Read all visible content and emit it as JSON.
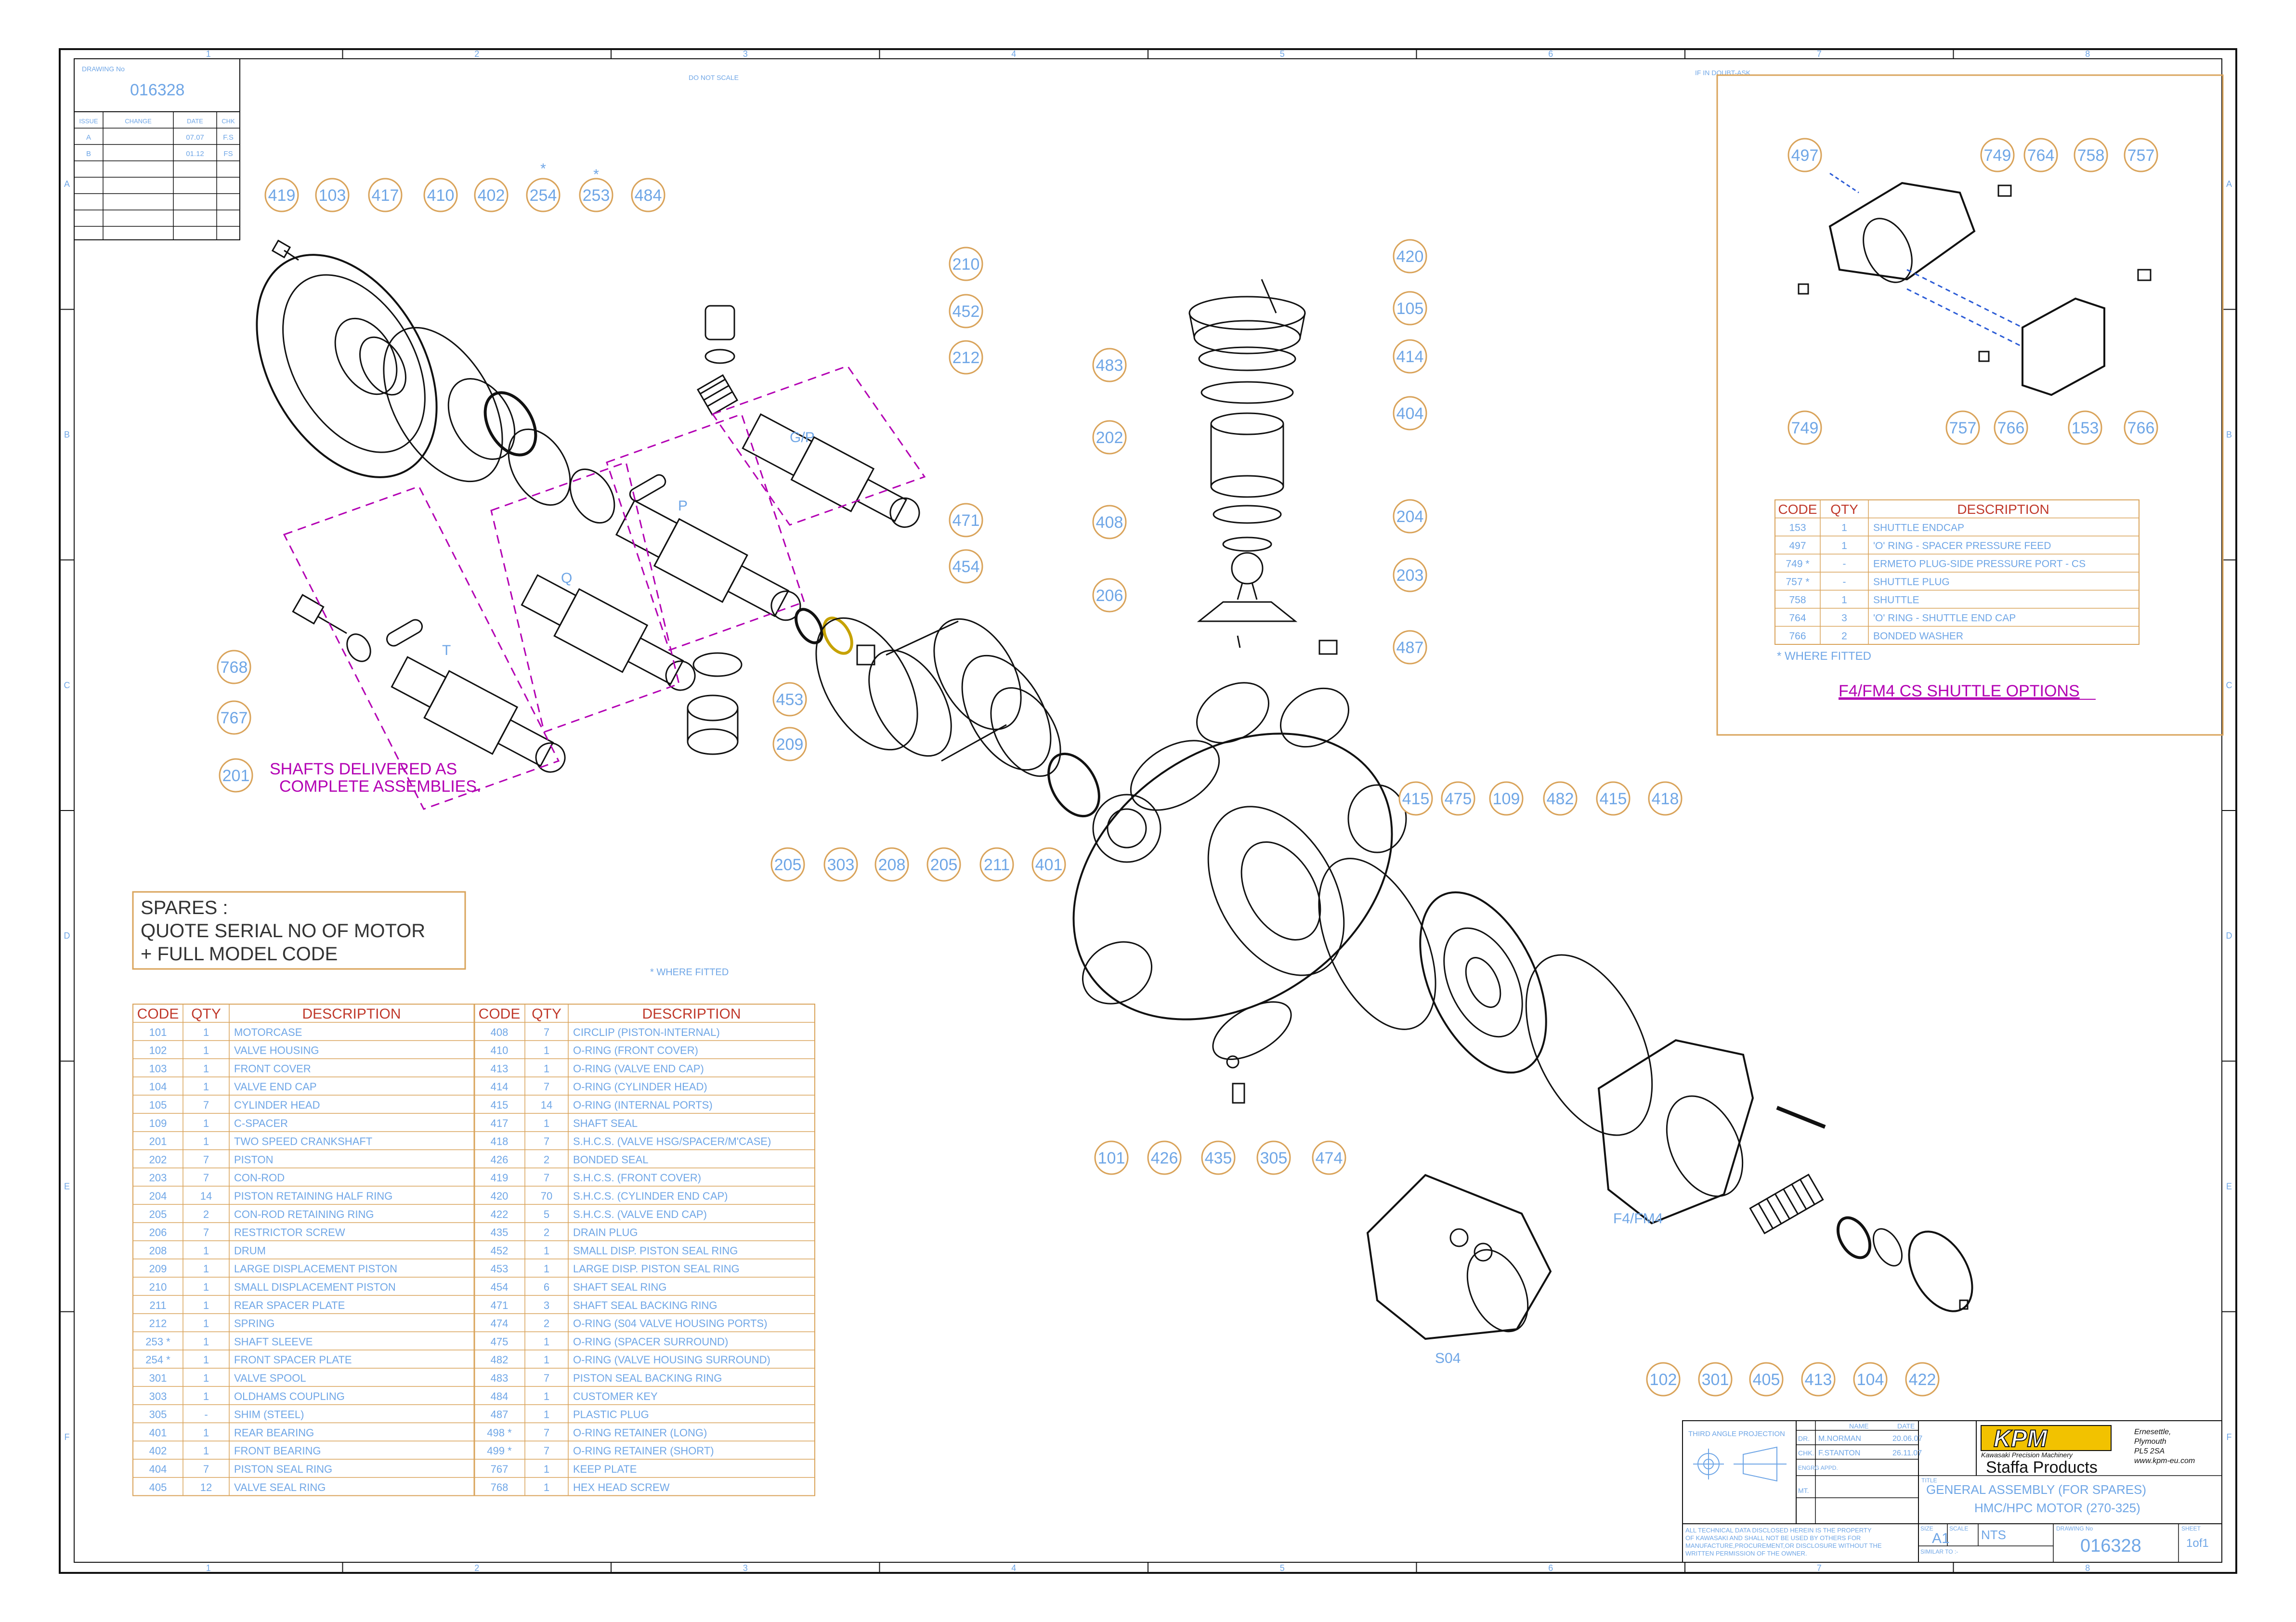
{
  "drawing": {
    "drawing_no_label": "DRAWING No",
    "drawing_no": "016328",
    "do_not_scale": "DO NOT SCALE",
    "if_in_doubt": "IF IN DOUBT-ASK",
    "zone_numbers": [
      "1",
      "2",
      "3",
      "4",
      "5",
      "6",
      "7",
      "8"
    ],
    "zone_letters": [
      "A",
      "B",
      "C",
      "D",
      "E",
      "F"
    ]
  },
  "revision_table": {
    "headers": [
      "ISSUE",
      "CHANGE",
      "DATE",
      "CHK"
    ],
    "rows": [
      [
        "A",
        "",
        "07.07",
        "F.S"
      ],
      [
        "B",
        "",
        "01.12",
        "FS"
      ]
    ]
  },
  "balloons_top_left": [
    "419",
    "103",
    "417",
    "410",
    "402",
    "254",
    "253",
    "484"
  ],
  "star_marks": [
    "*",
    "*"
  ],
  "balloons_center": [
    "210",
    "452",
    "212",
    "471",
    "454",
    "453",
    "209",
    "768",
    "767",
    "201",
    "205",
    "303",
    "208",
    "205",
    "211",
    "401"
  ],
  "balloons_cylinder": [
    "420",
    "105",
    "414",
    "404",
    "483",
    "202",
    "408",
    "204",
    "203",
    "206",
    "487"
  ],
  "balloons_bottom_right": [
    "415",
    "475",
    "109",
    "482",
    "415",
    "418",
    "101",
    "426",
    "435",
    "305",
    "474",
    "102",
    "301",
    "405",
    "413",
    "104",
    "422"
  ],
  "labels": {
    "g_p": "G/P",
    "p": "P",
    "q": "Q",
    "t": "T",
    "s04": "S04",
    "f4fm4": "F4/FM4",
    "shafts_note_line1": "SHAFTS DELIVERED AS",
    "shafts_note_line2": "COMPLETE ASSEMBLIES.",
    "where_fitted": "* WHERE FITTED"
  },
  "spares_note": {
    "line1": "SPARES :",
    "line2": "QUOTE SERIAL NO OF MOTOR",
    "line3": "+ FULL MODEL CODE"
  },
  "parts_list": {
    "headers": [
      "CODE",
      "QTY",
      "DESCRIPTION",
      "CODE",
      "QTY",
      "DESCRIPTION"
    ],
    "rows": [
      [
        "101",
        "1",
        "MOTORCASE",
        "408",
        "7",
        "CIRCLIP (PISTON-INTERNAL)"
      ],
      [
        "102",
        "1",
        "VALVE HOUSING",
        "410",
        "1",
        "O-RING (FRONT COVER)"
      ],
      [
        "103",
        "1",
        "FRONT COVER",
        "413",
        "1",
        "O-RING (VALVE END CAP)"
      ],
      [
        "104",
        "1",
        "VALVE END CAP",
        "414",
        "7",
        "O-RING (CYLINDER HEAD)"
      ],
      [
        "105",
        "7",
        "CYLINDER HEAD",
        "415",
        "14",
        "O-RING (INTERNAL PORTS)"
      ],
      [
        "109",
        "1",
        "C-SPACER",
        "417",
        "1",
        "SHAFT SEAL"
      ],
      [
        "201",
        "1",
        "TWO SPEED CRANKSHAFT",
        "418",
        "7",
        "S.H.C.S. (VALVE HSG/SPACER/M'CASE)"
      ],
      [
        "202",
        "7",
        "PISTON",
        "426",
        "2",
        "BONDED SEAL"
      ],
      [
        "203",
        "7",
        "CON-ROD",
        "419",
        "7",
        "S.H.C.S. (FRONT COVER)"
      ],
      [
        "204",
        "14",
        "PISTON RETAINING HALF RING",
        "420",
        "70",
        "S.H.C.S. (CYLINDER END CAP)"
      ],
      [
        "205",
        "2",
        "CON-ROD RETAINING RING",
        "422",
        "5",
        "S.H.C.S. (VALVE END CAP)"
      ],
      [
        "206",
        "7",
        "RESTRICTOR SCREW",
        "435",
        "2",
        "DRAIN PLUG"
      ],
      [
        "208",
        "1",
        "DRUM",
        "452",
        "1",
        "SMALL DISP. PISTON SEAL RING"
      ],
      [
        "209",
        "1",
        "LARGE DISPLACEMENT PISTON",
        "453",
        "1",
        "LARGE DISP. PISTON SEAL RING"
      ],
      [
        "210",
        "1",
        "SMALL DISPLACEMENT PISTON",
        "454",
        "6",
        "SHAFT SEAL RING"
      ],
      [
        "211",
        "1",
        "REAR SPACER PLATE",
        "471",
        "3",
        "SHAFT SEAL BACKING RING"
      ],
      [
        "212",
        "1",
        "SPRING",
        "474",
        "2",
        "O-RING (S04 VALVE HOUSING PORTS)"
      ],
      [
        "253 *",
        "1",
        "SHAFT SLEEVE",
        "475",
        "1",
        "O-RING (SPACER SURROUND)"
      ],
      [
        "254 *",
        "1",
        "FRONT SPACER PLATE",
        "482",
        "1",
        "O-RING (VALVE HOUSING SURROUND)"
      ],
      [
        "301",
        "1",
        "VALVE SPOOL",
        "483",
        "7",
        "PISTON SEAL BACKING RING"
      ],
      [
        "303",
        "1",
        "OLDHAMS COUPLING",
        "484",
        "1",
        "CUSTOMER KEY"
      ],
      [
        "305",
        "-",
        "SHIM (STEEL)",
        "487",
        "1",
        "PLASTIC PLUG"
      ],
      [
        "401",
        "1",
        "REAR BEARING",
        "498 *",
        "7",
        "O-RING RETAINER (LONG)"
      ],
      [
        "402",
        "1",
        "FRONT BEARING",
        "499 *",
        "7",
        "O-RING RETAINER (SHORT)"
      ],
      [
        "404",
        "7",
        "PISTON SEAL RING",
        "767",
        "1",
        "KEEP PLATE"
      ],
      [
        "405",
        "12",
        "VALVE SEAL RING",
        "768",
        "1",
        "HEX HEAD SCREW"
      ]
    ]
  },
  "shuttle": {
    "balloons": [
      "497",
      "749",
      "764",
      "758",
      "757",
      "749",
      "757",
      "766",
      "153",
      "766"
    ],
    "headers": [
      "CODE",
      "QTY",
      "DESCRIPTION"
    ],
    "rows": [
      [
        "153",
        "1",
        "SHUTTLE ENDCAP"
      ],
      [
        "497",
        "1",
        "'O' RING - SPACER PRESSURE FEED"
      ],
      [
        "749 *",
        "-",
        "ERMETO PLUG-SIDE PRESSURE PORT - CS"
      ],
      [
        "757 *",
        "-",
        "SHUTTLE PLUG"
      ],
      [
        "758",
        "1",
        "SHUTTLE"
      ],
      [
        "764",
        "3",
        "'O' RING - SHUTTLE END CAP"
      ],
      [
        "766",
        "2",
        "BONDED WASHER"
      ]
    ],
    "where_fitted": "* WHERE FITTED",
    "title": "F4/FM4 CS SHUTTLE OPTIONS"
  },
  "title_block": {
    "projection": "THIRD ANGLE PROJECTION",
    "name_header": "NAME",
    "date_header": "DATE",
    "rows": [
      {
        "role": "DR.",
        "name": "M.NORMAN",
        "date": "20.06.07"
      },
      {
        "role": "CHK.",
        "name": "F.STANTON",
        "date": "26.11.07"
      },
      {
        "role": "ENGRG APPD.",
        "name": "",
        "date": ""
      },
      {
        "role": "MT.",
        "name": "",
        "date": ""
      }
    ],
    "logo_text": "KPM",
    "logo_subtitle": "Kawasaki Precision Machinery",
    "company": "Staffa Products",
    "address": [
      "Ernesettle,",
      "Plymouth",
      "PL5 2SA",
      "www.kpm-eu.com"
    ],
    "title_label": "TITLE",
    "title_line1": "GENERAL ASSEMBLY (FOR SPARES)",
    "title_line2": "HMC/HPC MOTOR (270-325)",
    "property_note": "ALL TECHNICAL DATA DISCLOSED HEREIN IS THE PROPERTY OF KAWASAKI AND SHALL NOT BE USED BY OTHERS FOR MANUFACTURE,PROCUREMENT,OR DISCLOSURE WITHOUT THE WRITTEN PERMISSION OF THE OWNER.",
    "size_label": "SIZE",
    "size": "A1",
    "scale_label": "SCALE",
    "scale": "NTS",
    "drawing_no_label": "DRAWING No",
    "drawing_no": "016328",
    "sheet_label": "SHEET",
    "sheet": "1of1",
    "similar_to_label": "SIMILAR TO :-"
  },
  "colors": {
    "balloon": "#d9a35a",
    "blue_text": "#6fa6e6",
    "red_header": "#c0392b",
    "purple": "#b300b3",
    "line": "#111111"
  }
}
